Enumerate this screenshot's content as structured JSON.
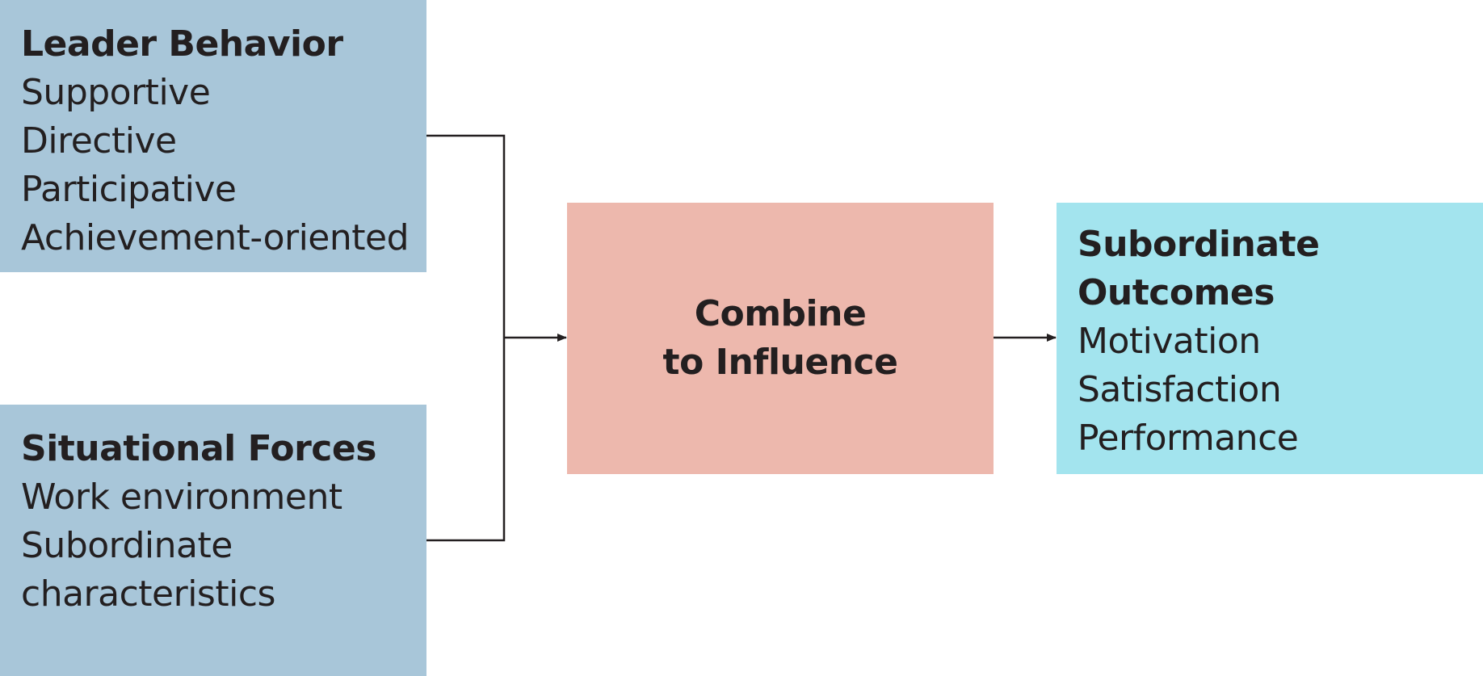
{
  "leader_behavior": {
    "title": "Leader Behavior",
    "items": [
      "Supportive",
      "Directive",
      "Participative",
      "Achievement-oriented"
    ]
  },
  "situational_forces": {
    "title": "Situational Forces",
    "items": [
      "Work environment",
      "Subordinate",
      "characteristics"
    ]
  },
  "combine": {
    "lines": [
      "Combine",
      "to Influence"
    ]
  },
  "subordinate_outcomes": {
    "title_lines": [
      "Subordinate",
      "Outcomes"
    ],
    "items": [
      "Motivation",
      "Satisfaction",
      "Performance"
    ]
  },
  "colors": {
    "input_box": "#a8c6d9",
    "combine_box": "#edb8ad",
    "outcome_box": "#a3e4ee",
    "line": "#231f20"
  }
}
